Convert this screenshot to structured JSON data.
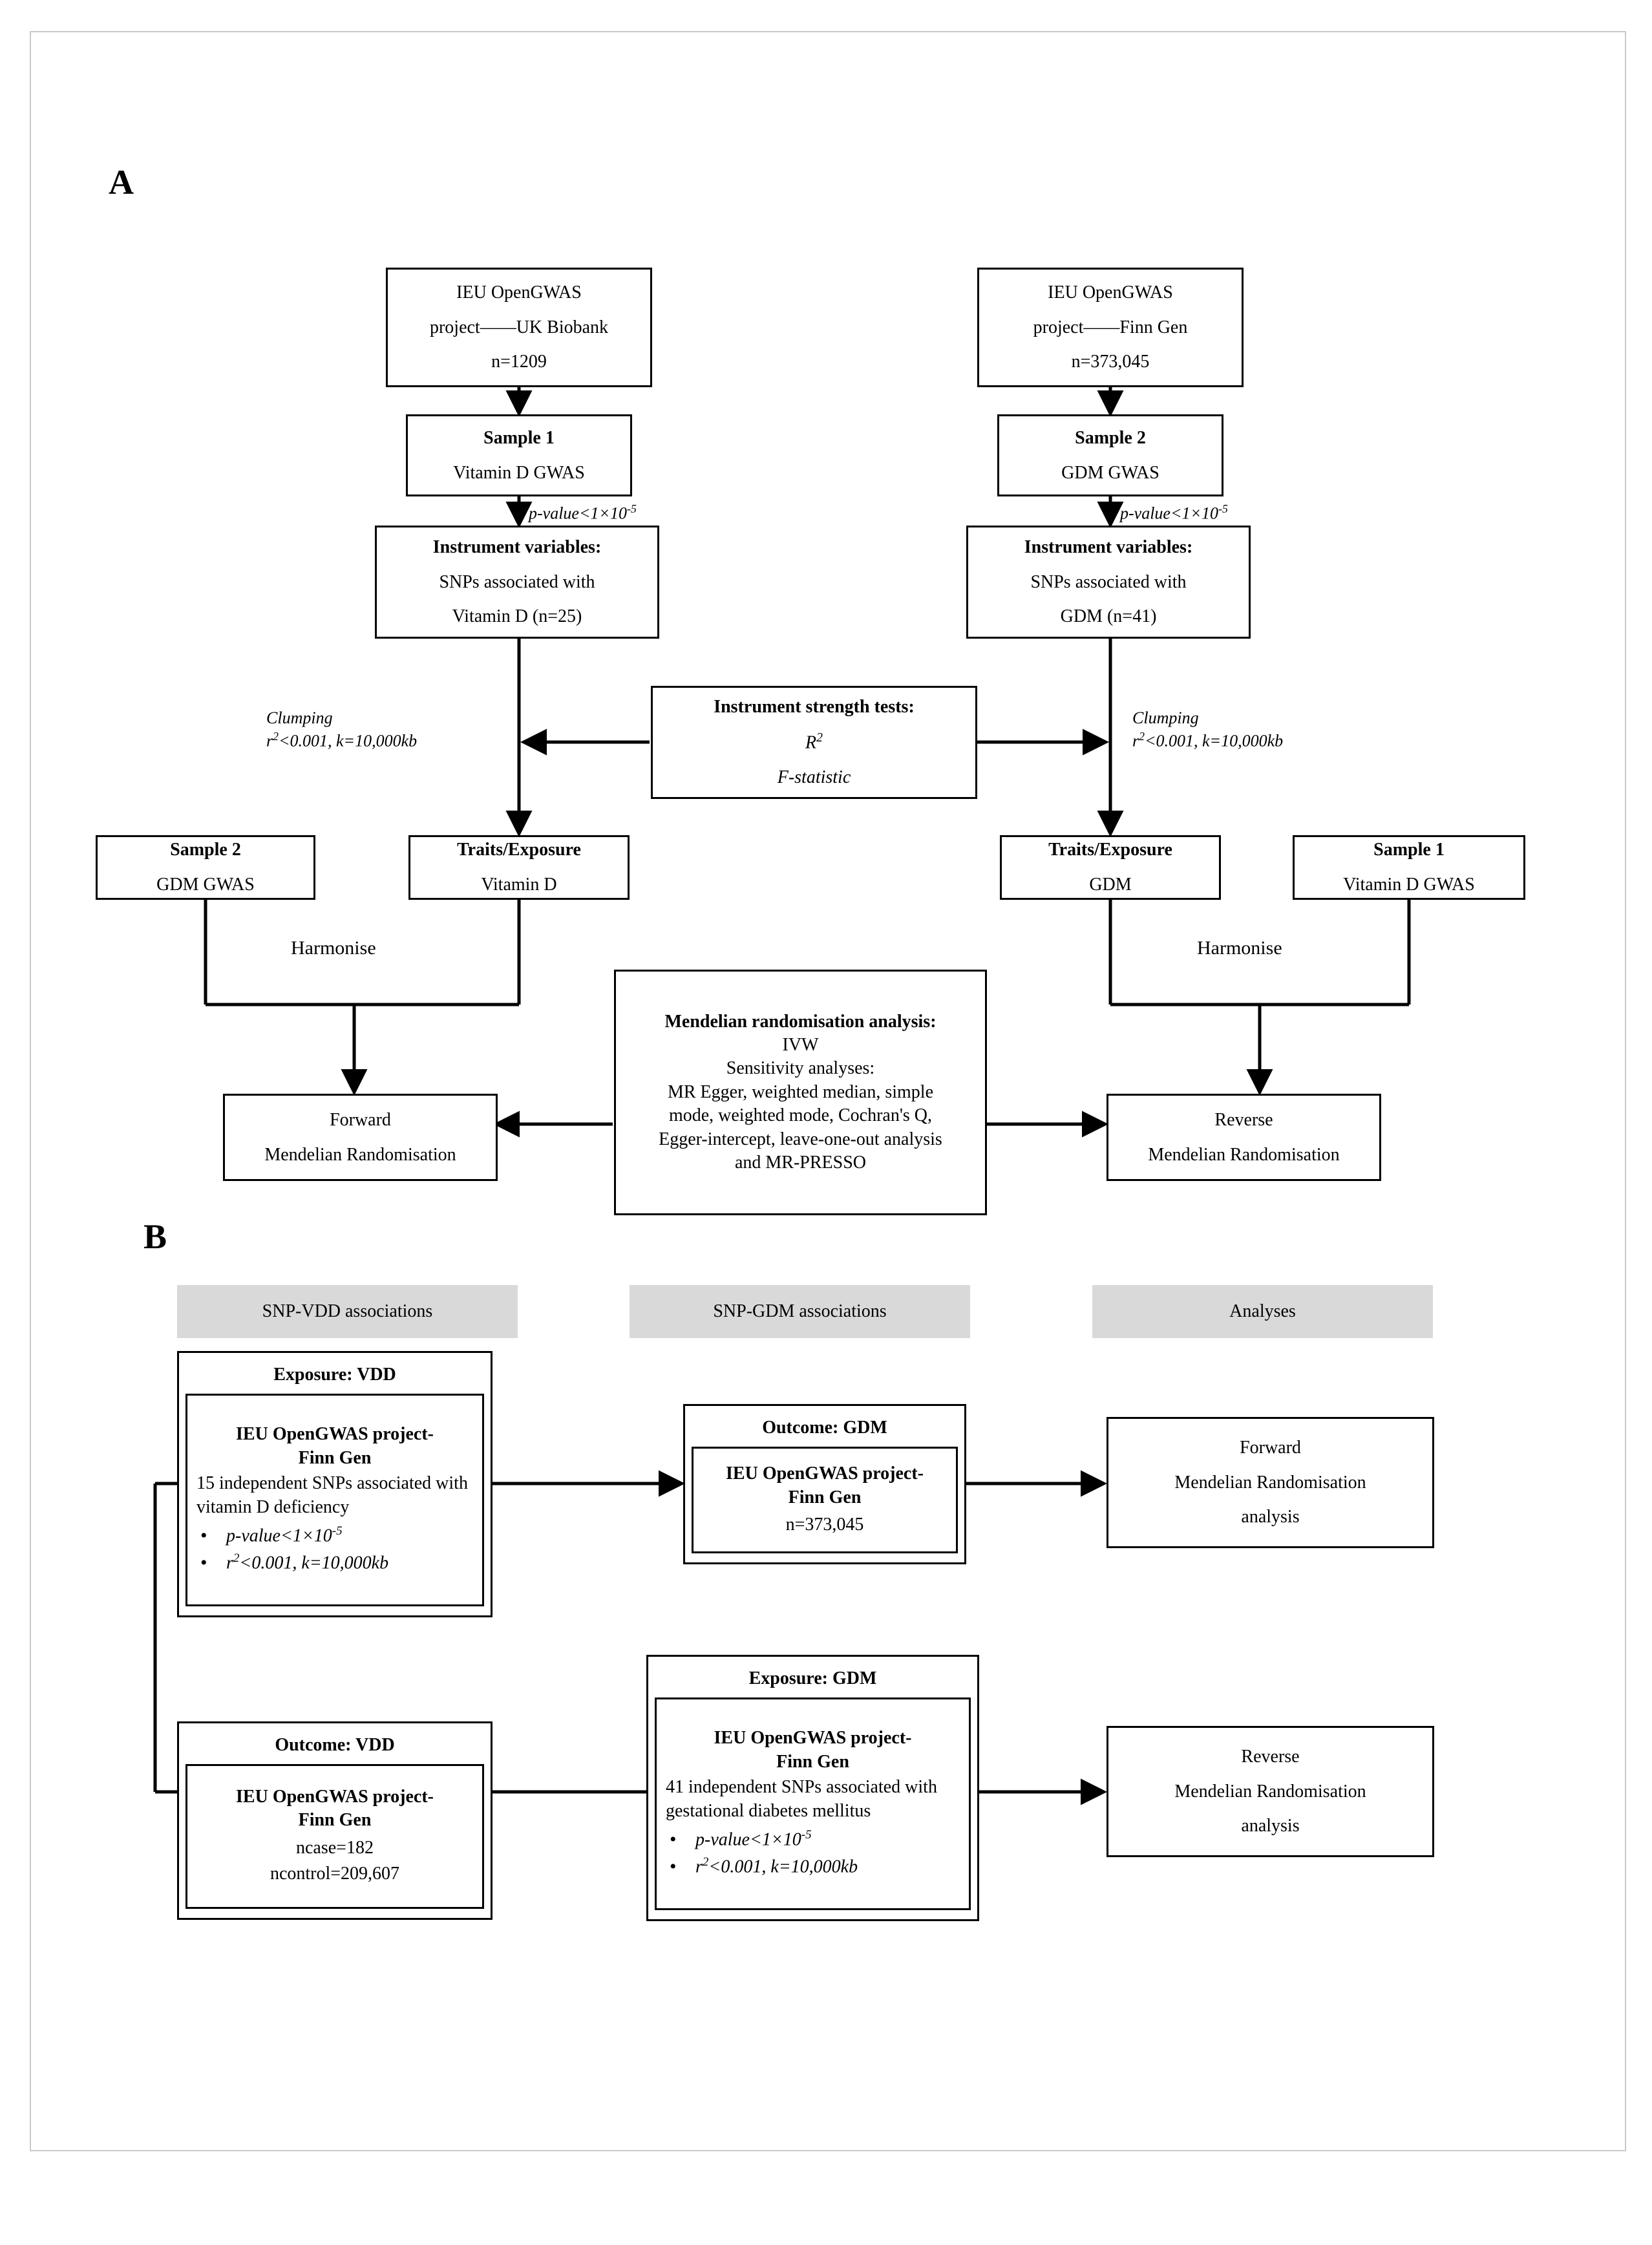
{
  "figure": {
    "panel_a_label": "A",
    "panel_b_label": "B"
  },
  "panel_a": {
    "source_left": {
      "line1": "IEU OpenGWAS",
      "line2": "project——UK Biobank",
      "line3": "n=1209"
    },
    "source_right": {
      "line1": "IEU OpenGWAS",
      "line2": "project——Finn Gen",
      "line3": "n=373,045"
    },
    "sample1_top": {
      "line1": "Sample 1",
      "line2": "Vitamin D GWAS"
    },
    "sample2_top": {
      "line1": "Sample 2",
      "line2": "GDM GWAS"
    },
    "pvalue_left": "p-value<1×10",
    "pvalue_left_sup": "-5",
    "pvalue_right": "p-value<1×10",
    "pvalue_right_sup": "-5",
    "iv_left": {
      "line1": "Instrument variables:",
      "line2": "SNPs associated with",
      "line3": "Vitamin D (n=25)"
    },
    "iv_right": {
      "line1": "Instrument variables:",
      "line2": "SNPs associated with",
      "line3": "GDM (n=41)"
    },
    "strength_tests": {
      "line1": "Instrument strength tests:",
      "line2": "R",
      "line2_sup": "2",
      "line3": "F-statistic"
    },
    "clumping_left": {
      "line1": "Clumping",
      "line2a": "r",
      "line2sup": "2",
      "line2b": "<0.001, k=10,000kb"
    },
    "clumping_right": {
      "line1": "Clumping",
      "line2a": "r",
      "line2sup": "2",
      "line2b": "<0.001, k=10,000kb"
    },
    "sample2_left": {
      "line1": "Sample 2",
      "line2": "GDM GWAS"
    },
    "traits_left": {
      "line1": "Traits/Exposure",
      "line2": "Vitamin D"
    },
    "traits_right": {
      "line1": "Traits/Exposure",
      "line2": "GDM"
    },
    "sample1_right": {
      "line1": "Sample 1",
      "line2": "Vitamin D GWAS"
    },
    "harmonise_left": "Harmonise",
    "harmonise_right": "Harmonise",
    "mr_box": {
      "line1": "Mendelian randomisation analysis:",
      "line2": "IVW",
      "line3": "Sensitivity analyses:",
      "line4": "MR Egger, weighted median, simple",
      "line5": "mode, weighted mode, Cochran's Q,",
      "line6": "Egger-intercept, leave-one-out analysis",
      "line7": "and MR-PRESSO"
    },
    "forward_box": {
      "line1": "Forward",
      "line2": "Mendelian Randomisation"
    },
    "reverse_box": {
      "line1": "Reverse",
      "line2": "Mendelian Randomisation"
    }
  },
  "panel_b": {
    "headers": [
      {
        "label": "SNP-VDD associations"
      },
      {
        "label": "SNP-GDM associations"
      },
      {
        "label": "Analyses"
      }
    ],
    "exposure_vdd": {
      "title": "Exposure: VDD",
      "head_line1": "IEU OpenGWAS project-",
      "head_line2": "Finn Gen",
      "body": "15 independent SNPs associated with vitamin D deficiency",
      "bullet1": "p-value<1×10",
      "bullet1_sup": "-5",
      "bullet2a": "r",
      "bullet2sup": "2",
      "bullet2b": "<0.001, k=10,000kb"
    },
    "outcome_gdm": {
      "title": "Outcome: GDM",
      "head_line1": "IEU OpenGWAS project-",
      "head_line2": "Finn Gen",
      "line3": "n=373,045"
    },
    "outcome_vdd": {
      "title": "Outcome: VDD",
      "head_line1": "IEU OpenGWAS project-",
      "head_line2": "Finn Gen",
      "line3": "ncase=182",
      "line4": "ncontrol=209,607"
    },
    "exposure_gdm": {
      "title": "Exposure: GDM",
      "head_line1": "IEU OpenGWAS project-",
      "head_line2": "Finn Gen",
      "body": "41 independent SNPs associated with gestational diabetes mellitus",
      "bullet1": "p-value<1×10",
      "bullet1_sup": "-5",
      "bullet2a": "r",
      "bullet2sup": "2",
      "bullet2b": "<0.001, k=10,000kb"
    },
    "forward_analysis": {
      "line1": "Forward",
      "line2": "Mendelian Randomisation",
      "line3": "analysis"
    },
    "reverse_analysis": {
      "line1": "Reverse",
      "line2": "Mendelian Randomisation",
      "line3": "analysis"
    }
  },
  "colors": {
    "stroke": "#000000",
    "header_chip_bg": "#d9d9d9",
    "page_border": "#c9c9c9",
    "background": "#ffffff"
  }
}
